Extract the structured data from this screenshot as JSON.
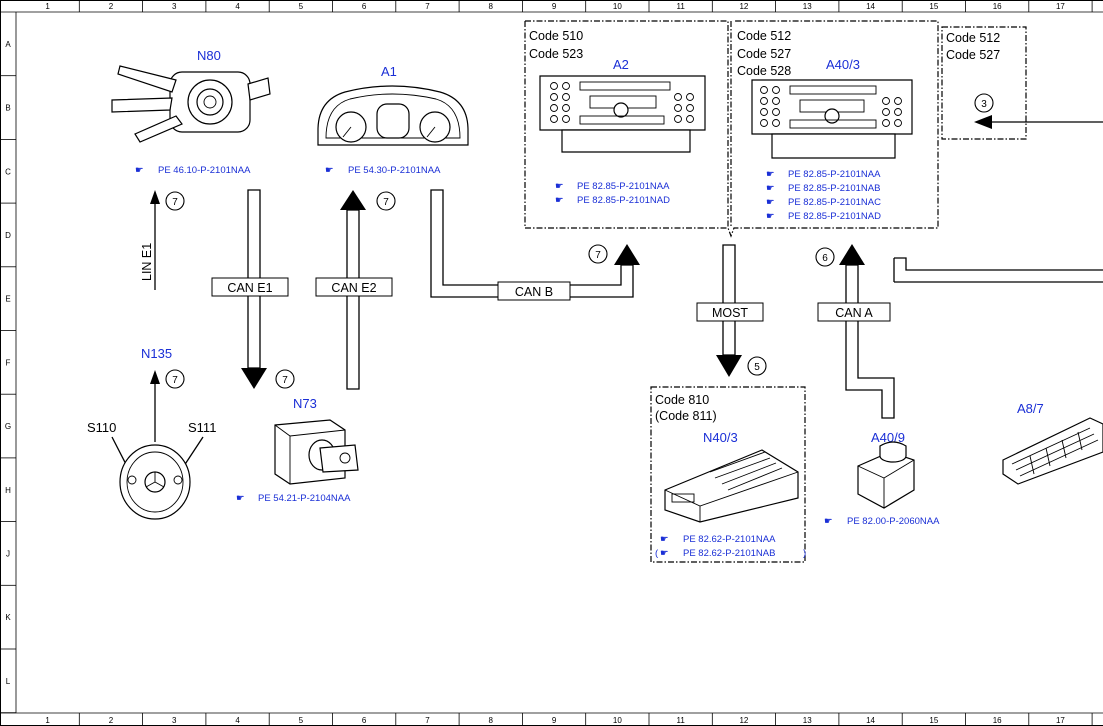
{
  "grid": {
    "columns": [
      "1",
      "2",
      "3",
      "4",
      "5",
      "6",
      "7",
      "8",
      "9",
      "10",
      "11",
      "12",
      "13",
      "14",
      "15",
      "16",
      "17"
    ],
    "rows": [
      "A",
      "B",
      "C",
      "D",
      "E",
      "F",
      "G",
      "H",
      "J",
      "K",
      "L"
    ]
  },
  "components": {
    "n80": {
      "label": "N80",
      "ref": "PE 46.10-P-2101NAA"
    },
    "a1": {
      "label": "A1",
      "ref": "PE 54.30-P-2101NAA"
    },
    "a2": {
      "label": "A2",
      "codes": [
        "Code 510",
        "Code 523"
      ],
      "refs": [
        "PE 82.85-P-2101NAA",
        "PE 82.85-P-2101NAD"
      ]
    },
    "a40_3": {
      "label": "A40/3",
      "codes": [
        "Code 512",
        "Code 527",
        "Code 528"
      ],
      "refs": [
        "PE 82.85-P-2101NAA",
        "PE 82.85-P-2101NAB",
        "PE 82.85-P-2101NAC",
        "PE 82.85-P-2101NAD"
      ]
    },
    "right_box": {
      "codes": [
        "Code 512",
        "Code 527"
      ]
    },
    "n135": {
      "label": "N135",
      "switches": [
        "S110",
        "S111"
      ]
    },
    "n73": {
      "label": "N73",
      "ref": "PE 54.21-P-2104NAA"
    },
    "n40_3": {
      "label": "N40/3",
      "codes": [
        "Code 810",
        "(Code 811)"
      ],
      "refs": [
        "PE 82.62-P-2101NAA",
        "PE 82.62-P-2101NAB"
      ],
      "ref2_prefix": "(",
      "ref2_suffix": ")"
    },
    "a40_9": {
      "label": "A40/9",
      "ref": "PE 82.00-P-2060NAA"
    },
    "a8_7": {
      "label": "A8/7"
    }
  },
  "buses": {
    "lin_e1": "LIN E1",
    "can_e1": "CAN E1",
    "can_e2": "CAN E2",
    "can_b": "CAN B",
    "most": "MOST",
    "can_a": "CAN A"
  },
  "callouts": {
    "n80_up": "7",
    "can_e2_up": "7",
    "a2_in": "7",
    "n135_up": "7",
    "can_e1_down": "7",
    "right_in": "3",
    "can_a_up": "6",
    "most_down": "5"
  },
  "icons": {
    "ref_marker": "pointing-hand-icon"
  },
  "colors": {
    "label_blue": "#1a2fd6",
    "line": "#000000"
  }
}
